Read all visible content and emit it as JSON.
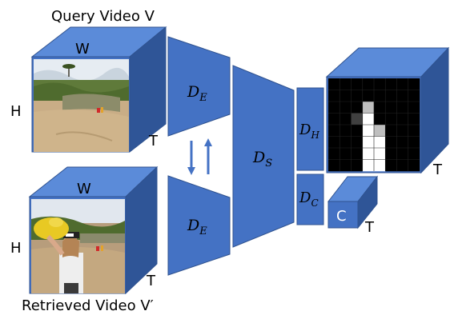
{
  "colors": {
    "block_face": "#4472C4",
    "block_top": "#5B8BD9",
    "block_side": "#2F5597",
    "arrow": "#4472C4",
    "edge": "#2F528F"
  },
  "query": {
    "title": "Query Video V",
    "width_label": "W",
    "height_label": "H",
    "time_label": "T"
  },
  "retrieved": {
    "title": "Retrieved Video V′",
    "width_label": "W",
    "height_label": "H",
    "time_label": "T"
  },
  "encoder_top": {
    "symbol": "D",
    "subscript": "E"
  },
  "encoder_bottom": {
    "symbol": "D",
    "subscript": "E"
  },
  "shared": {
    "symbol": "D",
    "subscript": "S"
  },
  "head_h": {
    "symbol": "D",
    "subscript": "H"
  },
  "head_c": {
    "symbol": "D",
    "subscript": "C"
  },
  "heatmap": {
    "time_label": "T",
    "grid_rows": 8,
    "grid_cols": 8,
    "cells": [
      [
        0,
        0,
        0,
        0,
        0,
        0,
        0,
        0
      ],
      [
        0,
        0,
        0,
        0,
        0,
        0,
        0,
        0
      ],
      [
        0,
        0,
        0,
        0.75,
        0,
        0,
        0,
        0
      ],
      [
        0,
        0,
        0.25,
        1,
        0,
        0,
        0,
        0
      ],
      [
        0,
        0,
        0,
        1,
        0.75,
        0,
        0,
        0
      ],
      [
        0,
        0,
        0,
        1,
        1,
        0,
        0,
        0
      ],
      [
        0,
        0,
        0,
        1,
        1,
        0,
        0,
        0
      ],
      [
        0,
        0,
        0,
        1,
        1,
        0,
        0,
        0
      ]
    ]
  },
  "class_output": {
    "label": "C",
    "time_label": "T"
  }
}
